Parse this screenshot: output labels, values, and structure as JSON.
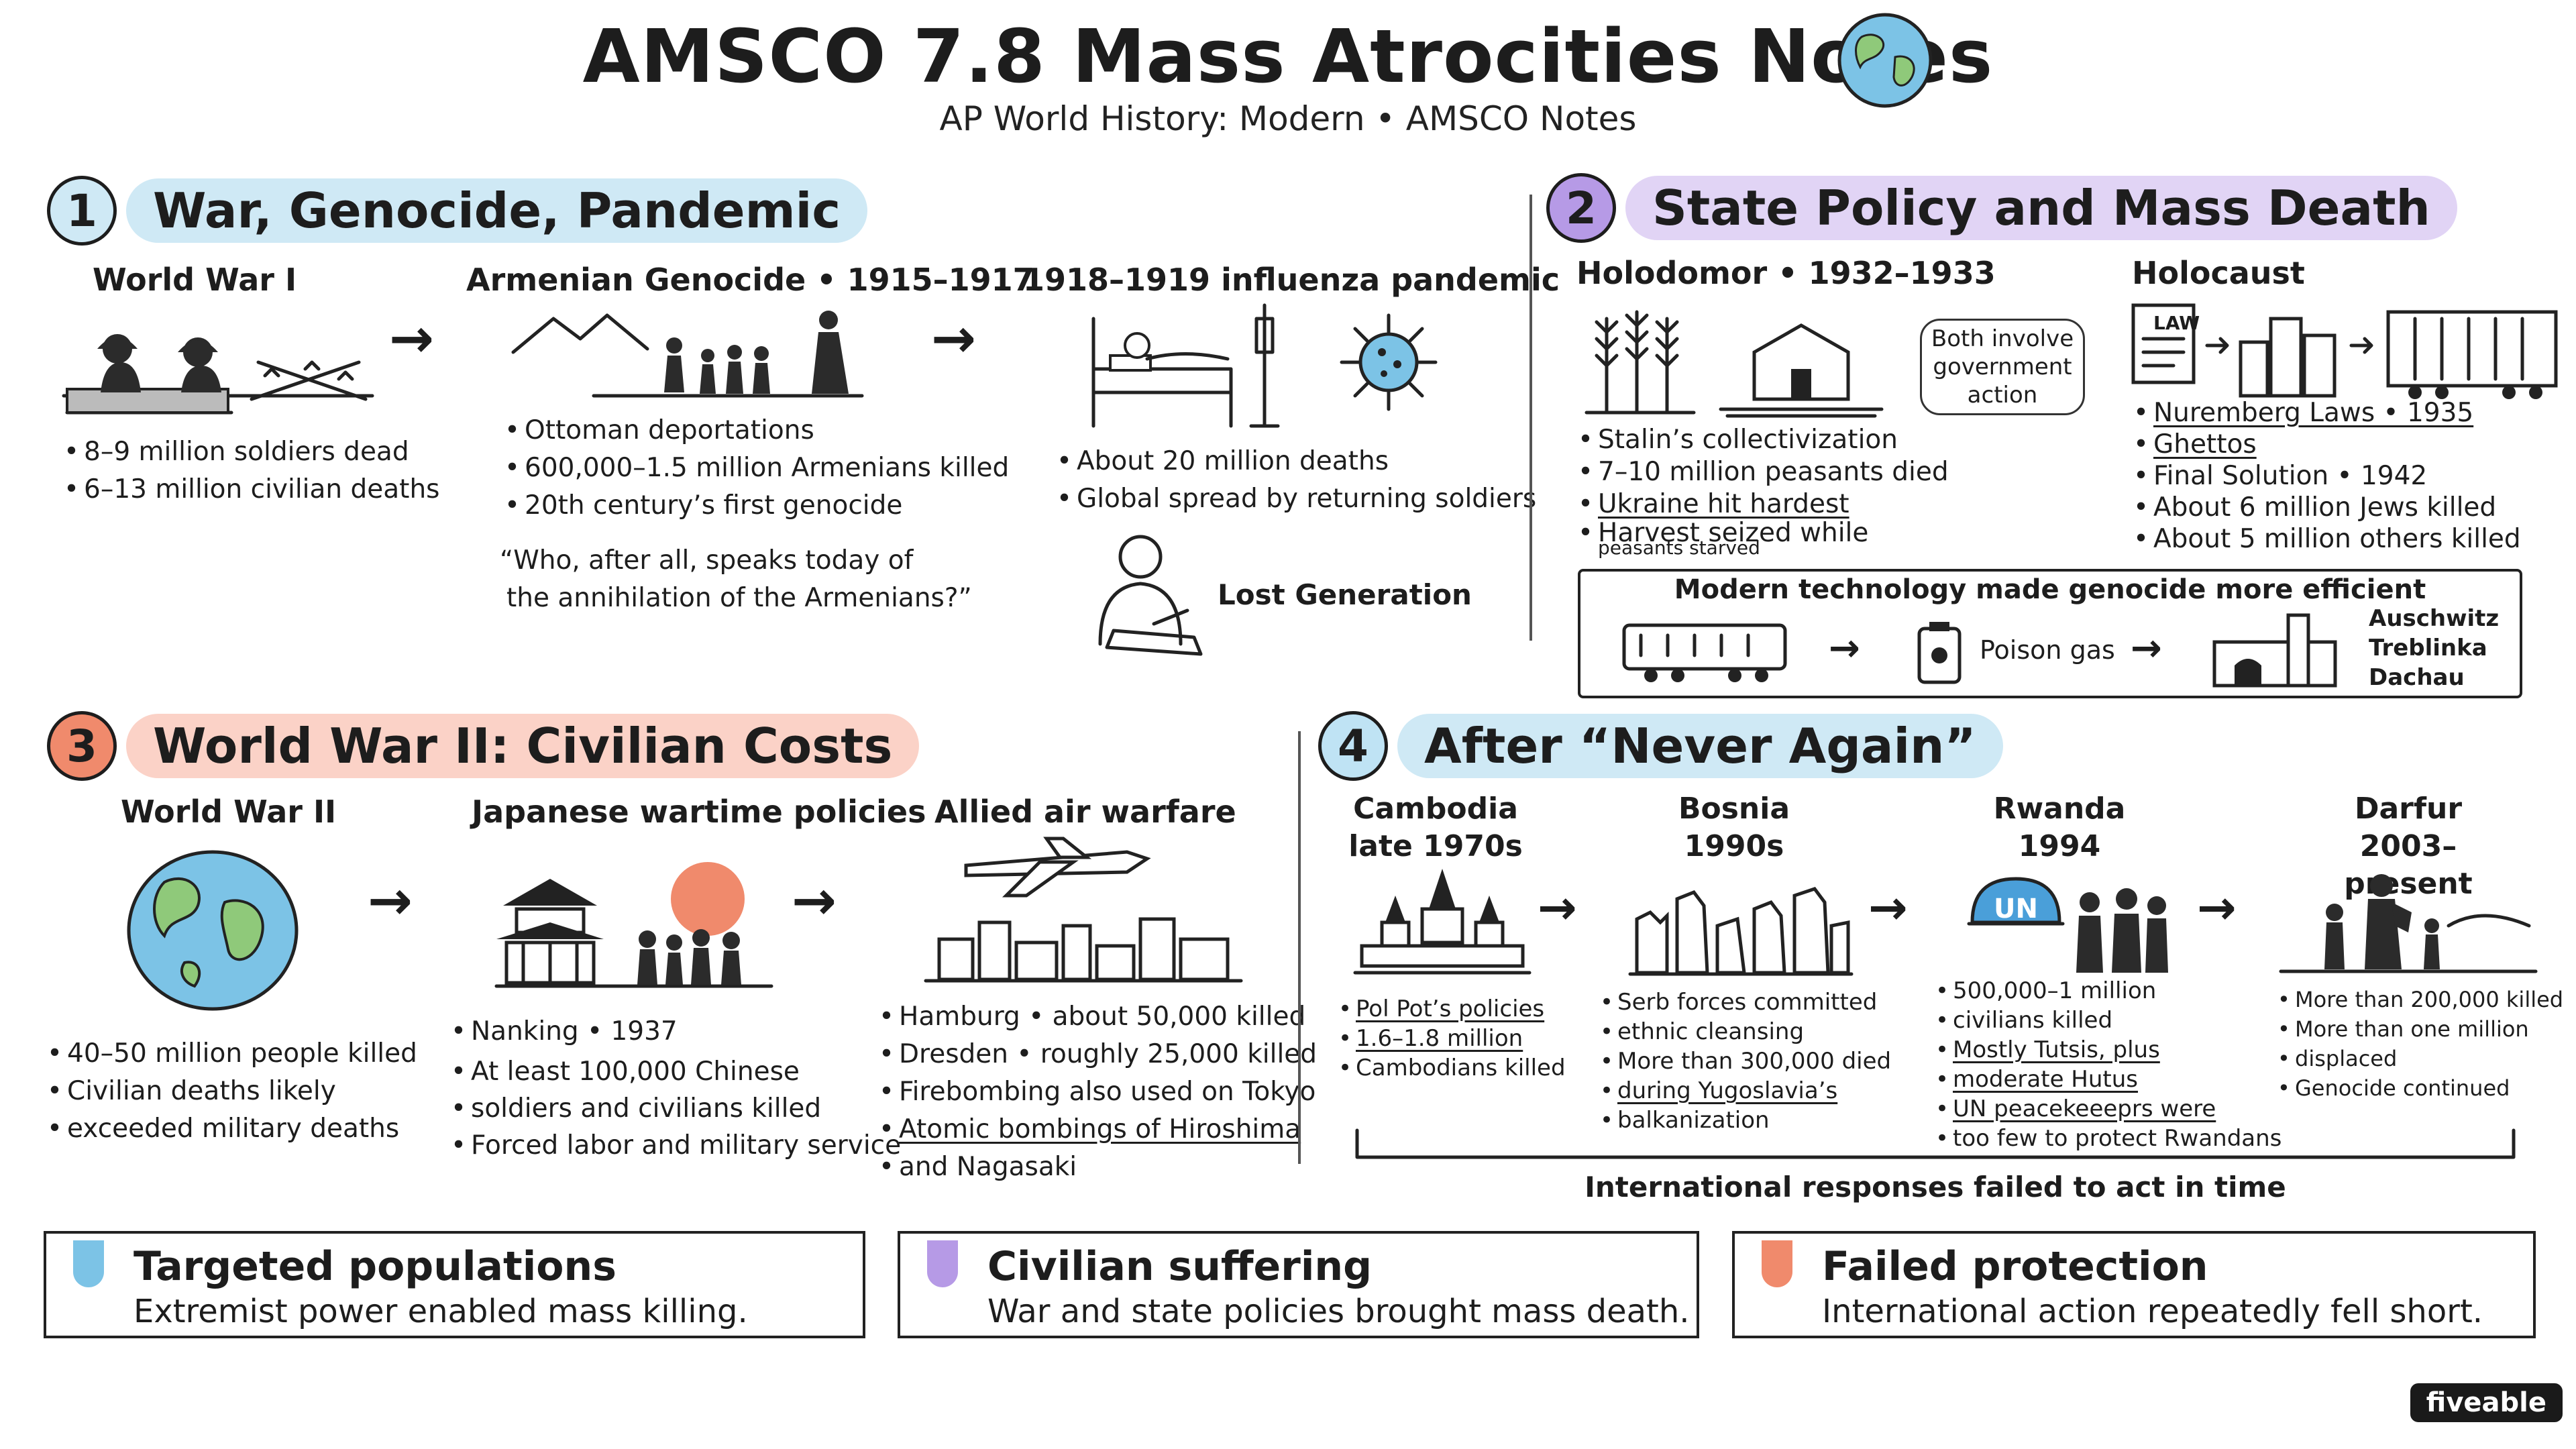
{
  "header": {
    "title": "AMSCO 7.8 Mass Atrocities Notes",
    "subtitle": "AP World History: Modern • AMSCO Notes"
  },
  "colors": {
    "section1": "#cfe9f5",
    "section2": "#e1d4f5",
    "section3": "#fbd2c7",
    "section4": "#cfe9f5",
    "num1": "#cfe9f5",
    "num2": "#b69ae6",
    "num3": "#f08a6c",
    "num4": "#bfe3f4",
    "tab_blue": "#7cc3e6",
    "tab_purple": "#b69ae6",
    "tab_orange": "#f08a6c"
  },
  "section1": {
    "number": "1",
    "title": "War, Genocide, Pandemic",
    "ww1": {
      "title": "World War I",
      "bullets": [
        "8–9 million soldiers dead",
        "6–13 million civilian deaths"
      ]
    },
    "armenian": {
      "title": "Armenian Genocide • 1915–1917",
      "bullets": [
        "Ottoman deportations",
        "600,000–1.5 million Armenians killed",
        "20th century’s first genocide"
      ],
      "quote_line1": "“Who, after all, speaks today of",
      "quote_line2": "the annihilation of the Armenians?”"
    },
    "influenza": {
      "title": "1918–1919 influenza pandemic",
      "bullets": [
        "About 20 million deaths",
        "Global spread by returning soldiers"
      ],
      "lost_generation": "Lost Generation"
    }
  },
  "section2": {
    "number": "2",
    "title": "State Policy and Mass Death",
    "holodomor": {
      "title": "Holodomor • 1932–1933",
      "bullets": [
        "Stalin’s collectivization",
        "7–10 million peasants died",
        "Ukraine hit hardest",
        "Harvest seized while"
      ],
      "bullet_tail": "peasants starved"
    },
    "note": [
      "Both involve",
      "government",
      "action"
    ],
    "holocaust": {
      "title": "Holocaust",
      "law_label": "LAW",
      "bullets": [
        "Nuremberg Laws • 1935",
        "Ghettos",
        "Final Solution • 1942",
        "About 6 million Jews killed",
        "About 5 million others killed"
      ]
    },
    "tech": {
      "title": "Modern technology made genocide more efficient",
      "poison_gas": "Poison gas",
      "camps": [
        "Auschwitz",
        "Treblinka",
        "Dachau"
      ]
    }
  },
  "section3": {
    "number": "3",
    "title": "World War II: Civilian Costs",
    "ww2": {
      "title": "World War II",
      "bullets": [
        "40–50 million people killed",
        "Civilian deaths likely",
        "exceeded military deaths"
      ]
    },
    "japan": {
      "title": "Japanese wartime policies",
      "bullets": [
        "Nanking • 1937",
        "At least 100,000 Chinese",
        "soldiers and civilians killed",
        "Forced labor and military service"
      ]
    },
    "allied": {
      "title": "Allied air warfare",
      "bullets": [
        "Hamburg • about 50,000 killed",
        "Dresden • roughly 25,000 killed",
        "Firebombing also used on Tokyo",
        "Atomic bombings of Hiroshima",
        "and Nagasaki"
      ]
    }
  },
  "section4": {
    "number": "4",
    "title": "After “Never Again”",
    "cambodia": {
      "title1": "Cambodia",
      "title2": "late 1970s",
      "bullets": [
        "Pol Pot’s policies",
        "1.6–1.8 million",
        "Cambodians killed"
      ]
    },
    "bosnia": {
      "title1": "Bosnia",
      "title2": "1990s",
      "bullets": [
        "Serb forces committed",
        "ethnic cleansing",
        "More than 300,000 died",
        "during Yugoslavia’s",
        "balkanization"
      ]
    },
    "rwanda": {
      "title1": "Rwanda",
      "title2": "1994",
      "un_label": "UN",
      "bullets": [
        "500,000–1 million",
        "civilians killed",
        "Mostly Tutsis, plus",
        "moderate Hutus",
        "UN peacekeeeprs were",
        "too few to protect Rwandans"
      ]
    },
    "darfur": {
      "title1": "Darfur",
      "title2": "2003–present",
      "bullets": [
        "More than 200,000 killed",
        "More than one million",
        "displaced",
        "Genocide continued"
      ]
    },
    "bracket_label": "International responses failed to act in time"
  },
  "cards": [
    {
      "title": "Targeted populations",
      "text": "Extremist power enabled mass killing.",
      "color": "#7cc3e6"
    },
    {
      "title": "Civilian suffering",
      "text": "War and state policies brought mass death.",
      "color": "#b69ae6"
    },
    {
      "title": "Failed protection",
      "text": "International action repeatedly fell short.",
      "color": "#f08a6c"
    }
  ],
  "brand": "fiveable"
}
